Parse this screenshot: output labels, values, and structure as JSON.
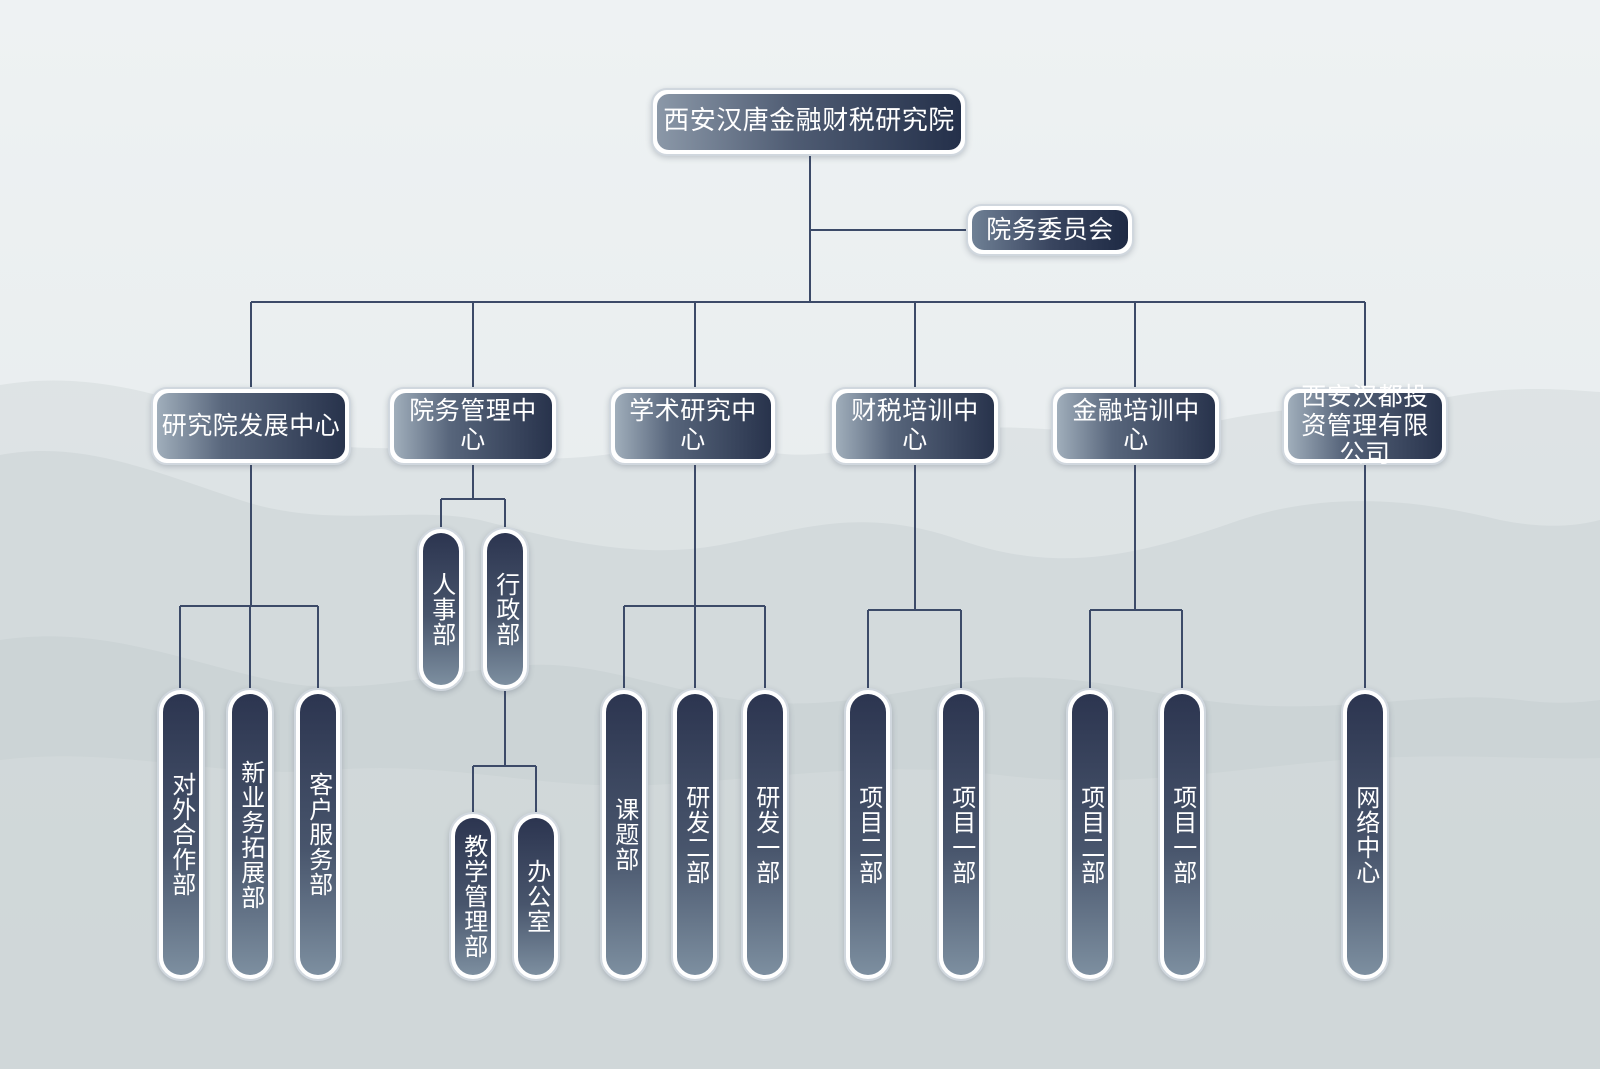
{
  "root": {
    "label": "西安汉唐金融财税研究院"
  },
  "council": {
    "label": "院务委员会"
  },
  "centers": [
    {
      "label": "研究院发展中心",
      "children": [
        "对外合作部",
        "新业务拓展部",
        "客户服务部"
      ]
    },
    {
      "label": "院务管理中心",
      "children": [
        "人事部",
        "行政部"
      ],
      "sub_children": [
        "教学管理部",
        "办公室"
      ]
    },
    {
      "label": "学术研究中心",
      "children": [
        "课题部",
        "研发二部",
        "研发一部"
      ]
    },
    {
      "label": "财税培训中心",
      "children": [
        "项目二部",
        "项目一部"
      ]
    },
    {
      "label": "金融培训中心",
      "children": [
        "项目二部",
        "项目一部"
      ]
    },
    {
      "label": "西安汉都投资管理有限公司",
      "children": [
        "网络中心"
      ]
    }
  ],
  "colors": {
    "node_dark": "#2c3550",
    "node_light": "#7d8fa0",
    "connector": "#3c4a68",
    "background": "#eef2f3"
  }
}
